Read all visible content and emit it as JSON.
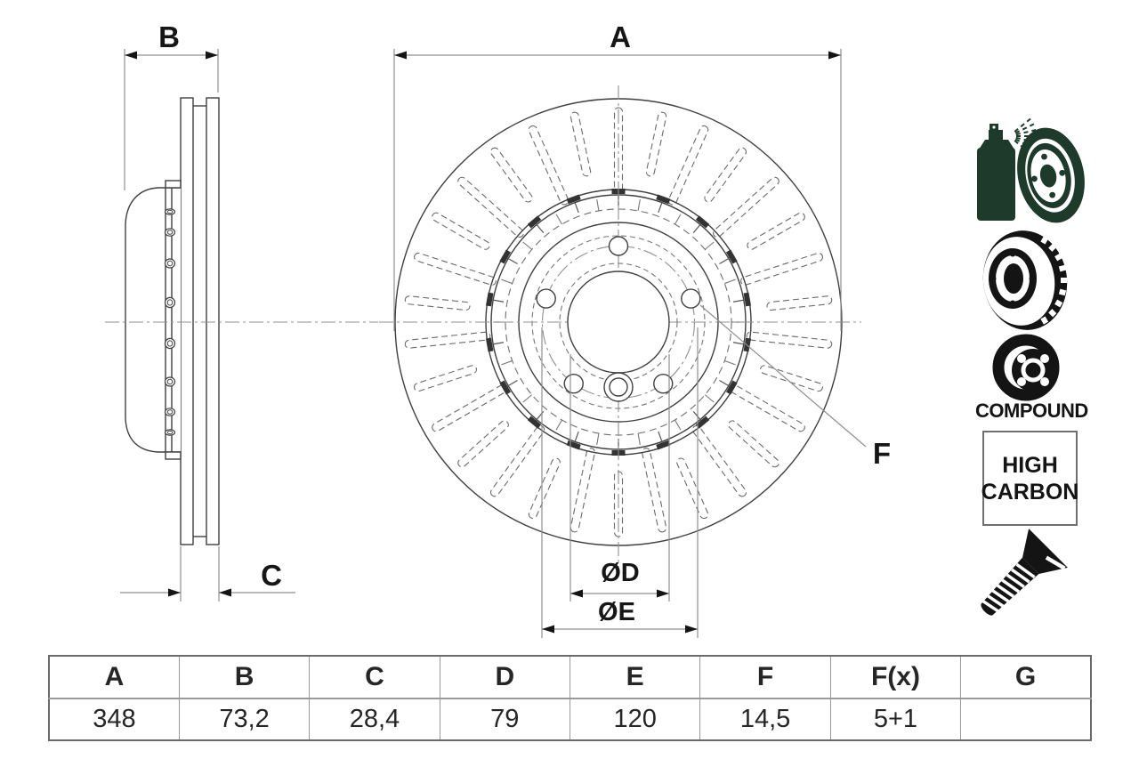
{
  "drawing": {
    "dim_labels": {
      "A": "A",
      "B": "B",
      "C": "C",
      "D": "ØD",
      "E": "ØE",
      "F": "F"
    }
  },
  "icons": {
    "coating_spray": "coated-disc-spray",
    "vented_disc": "vented-disc",
    "compound_disc": "compound-disc",
    "compound_label": "COMPOUND",
    "high_carbon": {
      "line1": "HIGH",
      "line2": "CARBON"
    },
    "screw": "countersunk-screw"
  },
  "table": {
    "headers": [
      "A",
      "B",
      "C",
      "D",
      "E",
      "F",
      "F(x)",
      "G"
    ],
    "values": [
      "348",
      "73,2",
      "28,4",
      "79",
      "120",
      "14,5",
      "5+1",
      ""
    ]
  },
  "colors": {
    "icon_green": "#1e3a2b",
    "icon_black": "#141414",
    "outline": "#3f3f3f",
    "dimension": "#8f8f8f",
    "text": "#161616"
  }
}
